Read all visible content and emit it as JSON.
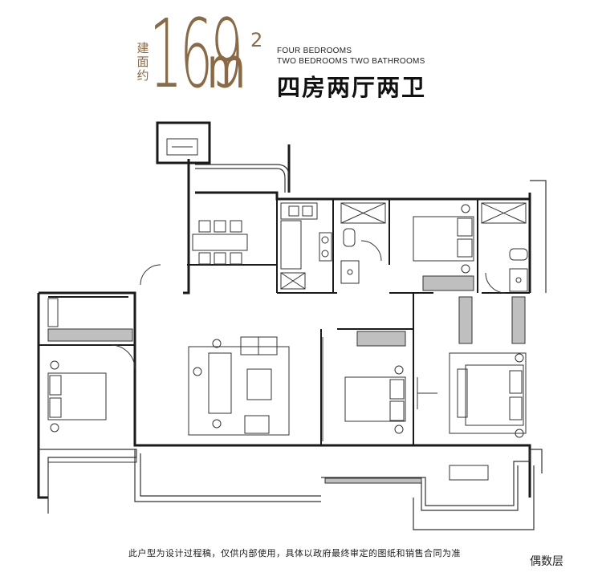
{
  "header": {
    "area_prefix": "建面约",
    "area_number": "169",
    "area_unit": "m",
    "area_unit_sup": "2",
    "en_line1": "FOUR BEDROOMS",
    "en_line2": "TWO BEDROOMS TWO BATHROOMS",
    "cn_title": "四房两厅两卫"
  },
  "footer": {
    "disclaimer": "此户型为设计过程稿，仅供内部使用，具体以政府最终审定的图纸和销售合同为准",
    "floor_label": "偶数层"
  },
  "colors": {
    "accent": "#8a6a45",
    "wall": "#1a1a1a",
    "wardrobe_gray": "#bfbfbf",
    "line": "#333333"
  }
}
